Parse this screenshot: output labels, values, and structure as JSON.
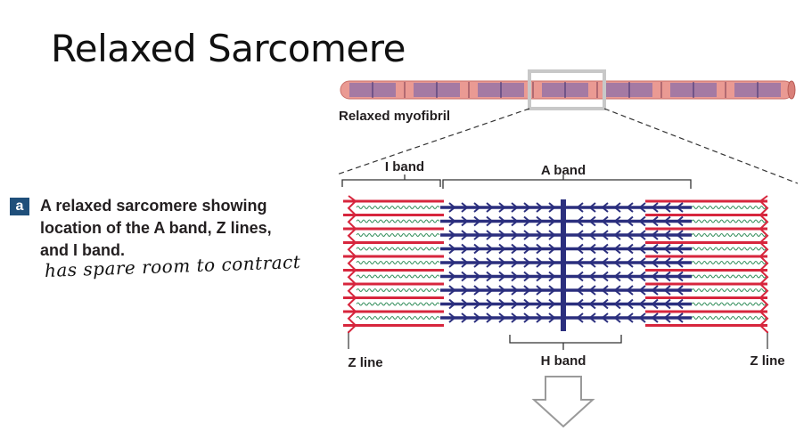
{
  "title": "Relaxed Sarcomere",
  "panel": {
    "letter": "a",
    "caption_lines": [
      "A relaxed sarcomere showing",
      "location of the A band, Z lines,",
      "and I band."
    ],
    "handwritten_note": "has spare room to contract"
  },
  "diagram": {
    "myofibril_label": "Relaxed myofibril",
    "i_band_label": "I band",
    "a_band_label": "A band",
    "h_band_label": "H band",
    "z_line_left_label": "Z line",
    "z_line_right_label": "Z line",
    "colors": {
      "thin_filament": "#d7263d",
      "thick_filament": "#2b2f7e",
      "titin": "#2e8b57",
      "myofibril": "#ea9a93"
    }
  }
}
